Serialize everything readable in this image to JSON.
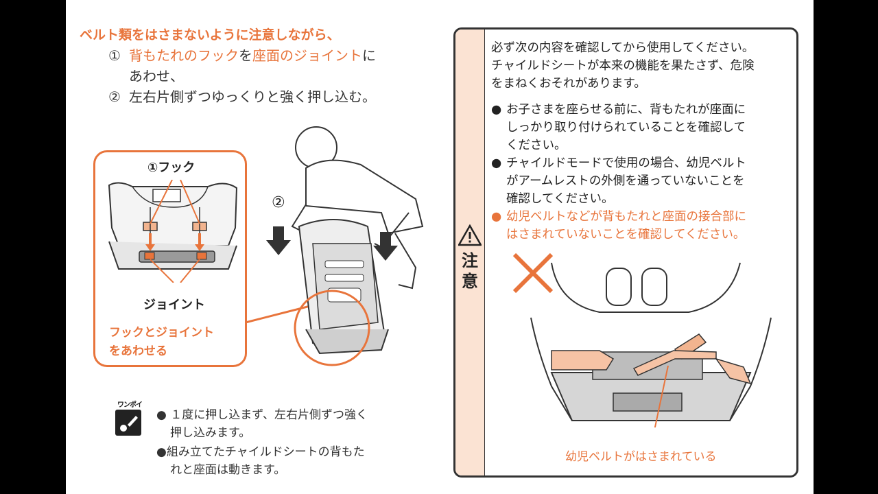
{
  "instruction": {
    "heading": "ベルト類をはさまないように注意しながら、",
    "step1_num": "①",
    "step1_hook": "背もたれのフック",
    "step1_wo": "を",
    "step1_joint": "座面のジョイント",
    "step1_ni": "に",
    "step1_line2": "あわせ、",
    "step2_num": "②",
    "step2_text": "左右片側ずつゆっくりと強く押し込む。"
  },
  "inset": {
    "hook_label": "①フック",
    "joint_label": "ジョイント",
    "align_line1": "フックとジョイント",
    "align_line2": "をあわせる"
  },
  "figure": {
    "step_marker": "②"
  },
  "tip": {
    "badge": "ワンポイント",
    "bullet1_line1": "● １度に押し込まず、左右片側ずつ強く",
    "bullet1_line2": "押し込みます。",
    "bullet2_line1": "●組み立てたチャイルドシートの背もた",
    "bullet2_line2": "れと座面は動きます。"
  },
  "caution": {
    "label_char1": "注",
    "label_char2": "意",
    "intro_line1": "必ず次の内容を確認してから使用してください。",
    "intro_line2": "チャイルドシートが本来の機能を果たさず、危険",
    "intro_line3": "をまねくおそれがあります。",
    "item1_line1": "お子さまを座らせる前に、背もたれが座面に",
    "item1_line2": "しっかり取り付けられていることを確認して",
    "item1_line3": "ください。",
    "item2_line1": "チャイルドモードで使用の場合、幼児ベルト",
    "item2_line2": "がアームレストの外側を通っていないことを",
    "item2_line3": "確認してください。",
    "item3_line1": "幼児ベルトなどが背もたれと座面の接合部に",
    "item3_line2": "はさまれていないことを確認してください。",
    "bullet_black": "●",
    "bullet_orange": "●",
    "pinched_label": "幼児ベルトがはさまれている"
  },
  "colors": {
    "accent": "#e8743b",
    "caution_bg": "#fbe3d3",
    "ink": "#222222"
  }
}
